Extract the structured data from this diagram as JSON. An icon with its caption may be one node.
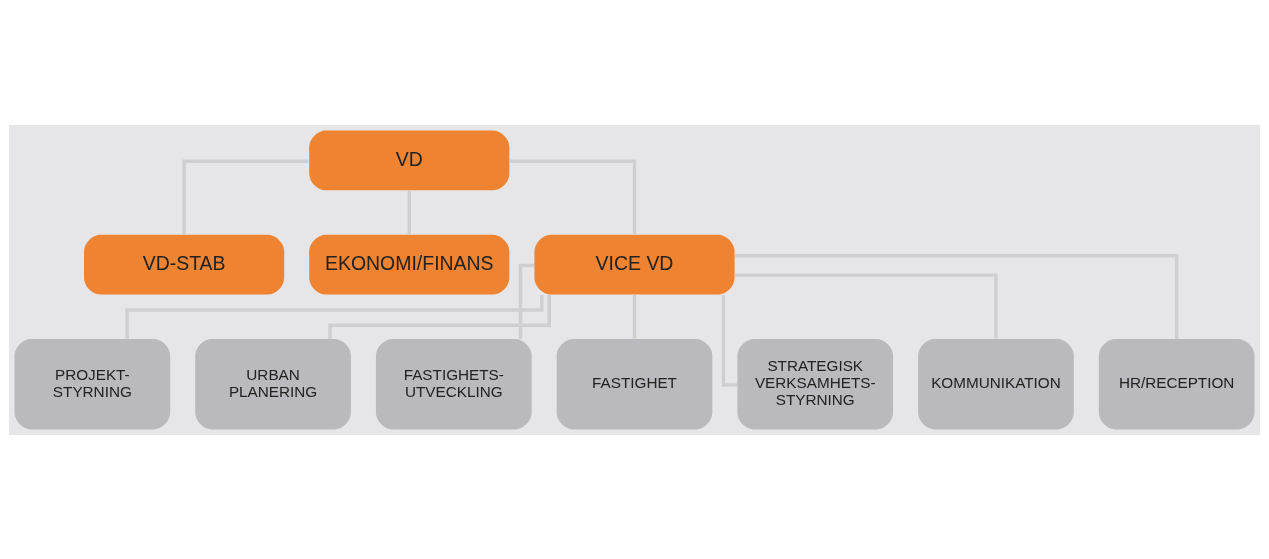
{
  "diagram": {
    "nodes": [
      {
        "text": [
          "VD"
        ]
      },
      {
        "text": [
          "VD-STAB"
        ]
      },
      {
        "text": [
          "EKONOMI/FINANS"
        ]
      },
      {
        "text": [
          "VICE VD"
        ]
      },
      {
        "text": [
          "PROJEKT- STYRNING"
        ]
      },
      {
        "text": [
          "URBAN PLANERING"
        ]
      },
      {
        "text": [
          "FASTIGHETS- UTVECKLING"
        ]
      },
      {
        "text": [
          "FASTIGHET"
        ]
      },
      {
        "text": [
          "STRATEGISK VERKSAMHETS- STYRNING"
        ]
      },
      {
        "text": [
          "KOMMUNIKATION"
        ]
      },
      {
        "text": [
          "HR/RECEPTION"
        ]
      }
    ],
    "edges": [
      {
        "from": 0,
        "to": 1,
        "arrow": "none"
      },
      {
        "from": 0,
        "to": 2,
        "arrow": "none"
      },
      {
        "from": 0,
        "to": 3,
        "arrow": "none"
      },
      {
        "from": 3,
        "to": 4,
        "arrow": "none"
      },
      {
        "from": 3,
        "to": 5,
        "arrow": "none"
      },
      {
        "from": 3,
        "to": 6,
        "arrow": "none"
      },
      {
        "from": 3,
        "to": 7,
        "arrow": "none"
      },
      {
        "from": 3,
        "to": 8,
        "arrow": "none"
      },
      {
        "from": 3,
        "to": 9,
        "arrow": "none"
      },
      {
        "from": 3,
        "to": 10,
        "arrow": "none"
      }
    ]
  }
}
